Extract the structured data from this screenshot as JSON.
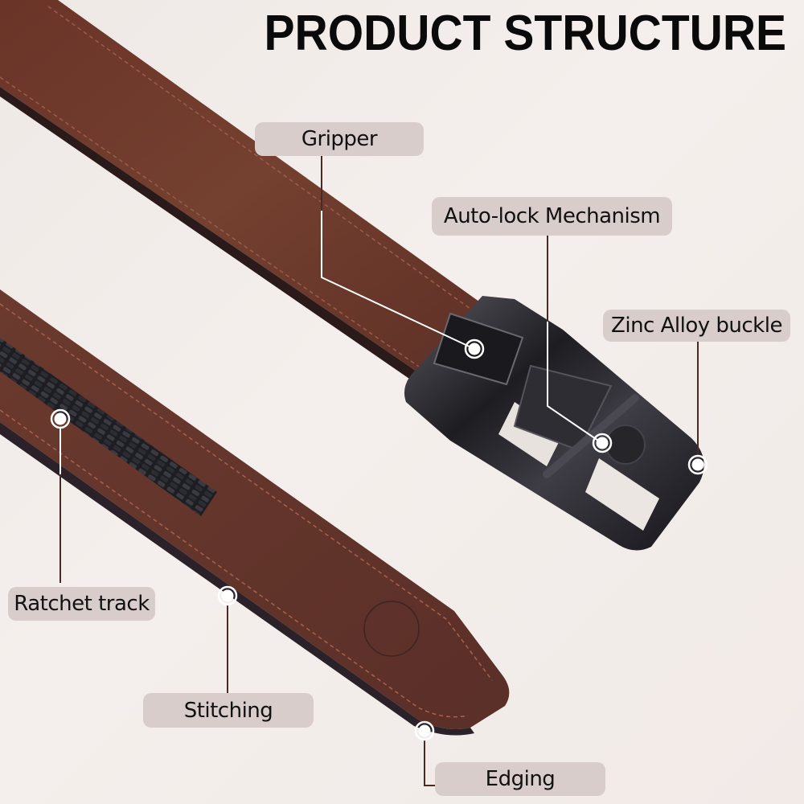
{
  "title": "PRODUCT STRUCTURE",
  "callouts": [
    {
      "id": "gripper",
      "label": "Gripper"
    },
    {
      "id": "auto-lock",
      "label": "Auto-lock Mechanism"
    },
    {
      "id": "zinc-alloy",
      "label": "Zinc Alloy buckle"
    },
    {
      "id": "ratchet-track",
      "label": "Ratchet track"
    },
    {
      "id": "stitching",
      "label": "Stitching"
    },
    {
      "id": "edging",
      "label": "Edging"
    }
  ],
  "colors": {
    "background": "#f1ebe8",
    "leather": "#6e3a2e",
    "leather_dark": "#4e2820",
    "buckle": "#2c2a2e",
    "pill": "#d8cdca",
    "leader_line_dark": "#4a2a26",
    "leader_line_light": "#ffffff"
  }
}
